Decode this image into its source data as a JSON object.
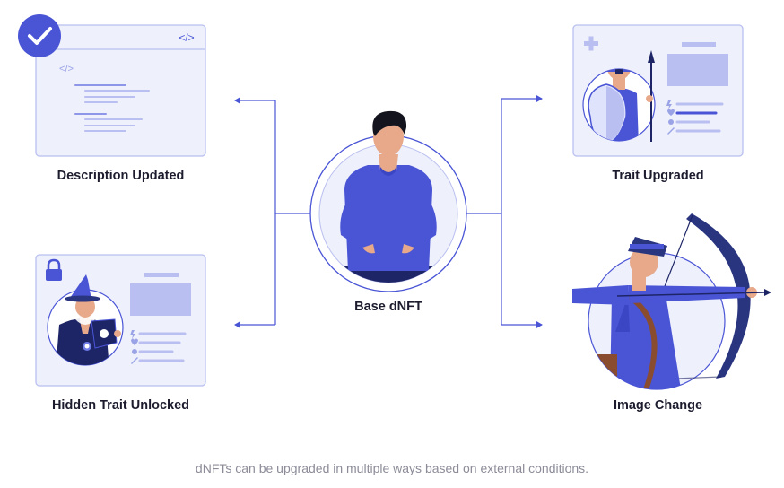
{
  "colors": {
    "accent": "#4a55d6",
    "panel_fill": "#eef0fc",
    "panel_stroke": "#b9bff0",
    "line_light": "#aab2ee",
    "skin": "#e7a98a",
    "hair": "#14141f",
    "navy": "#1d2566",
    "bow": "#2a3580",
    "caption": "#8c8c99"
  },
  "icons": {
    "check": "check-circle-icon",
    "code": "code-icon",
    "plus": "plus-icon",
    "lock": "lock-icon"
  },
  "center": {
    "label": "Base dNFT"
  },
  "cards": {
    "description": {
      "label": "Description Updated",
      "code_glyph": "</>"
    },
    "trait": {
      "label": "Trait Upgraded"
    },
    "hidden": {
      "label": "Hidden Trait Unlocked"
    },
    "image": {
      "label": "Image Change"
    }
  },
  "caption": "dNFTs can be upgraded in multiple ways based on external conditions."
}
